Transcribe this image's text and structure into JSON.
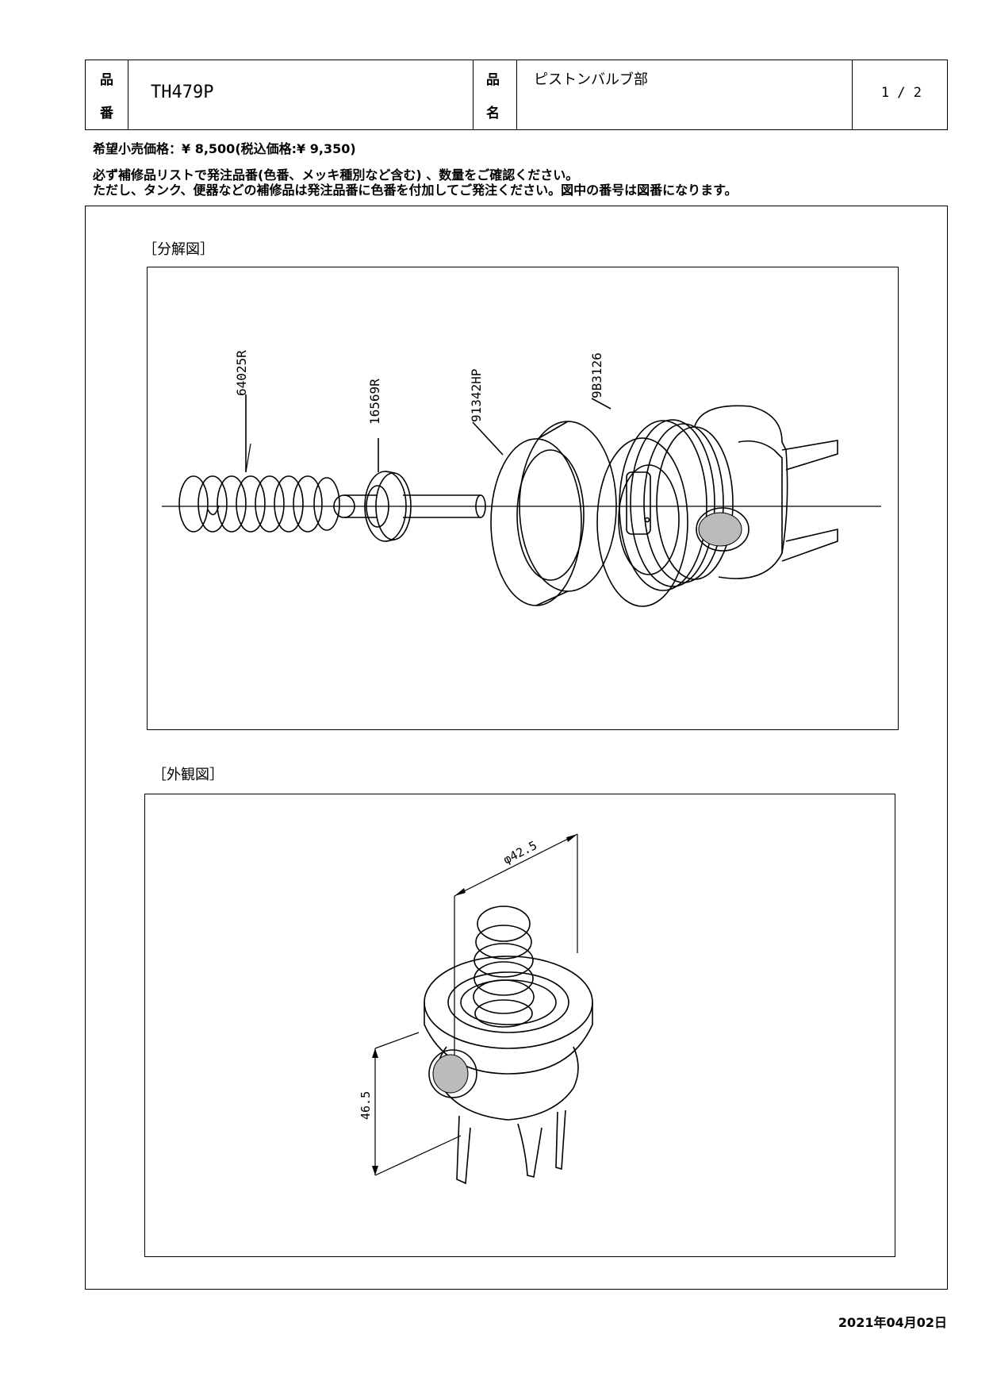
{
  "header": {
    "hinban_label_1": "品",
    "hinban_label_2": "番",
    "product_number": "TH479P",
    "hinmei_label_1": "品",
    "hinmei_label_2": "名",
    "product_name": "ピストンバルブ部",
    "page": "1 / 2"
  },
  "price_line": "希望小売価格：¥ 8,500(税込価格:¥ 9,350)",
  "notes": [
    "必ず補修品リストで発注品番(色番、メッキ種別など含む) 、数量をご確認ください。",
    "ただし、タンク、便器などの補修品は発注品番に色番を付加してご発注ください。図中の番号は図番になります。"
  ],
  "exploded": {
    "title": "［分解図］",
    "parts": [
      "64025R",
      "16569R",
      "91342HP",
      "9B3126"
    ]
  },
  "appearance": {
    "title": "［外観図］",
    "diameter": "φ42.5",
    "height": "46.5"
  },
  "date": "2021年04月02日"
}
